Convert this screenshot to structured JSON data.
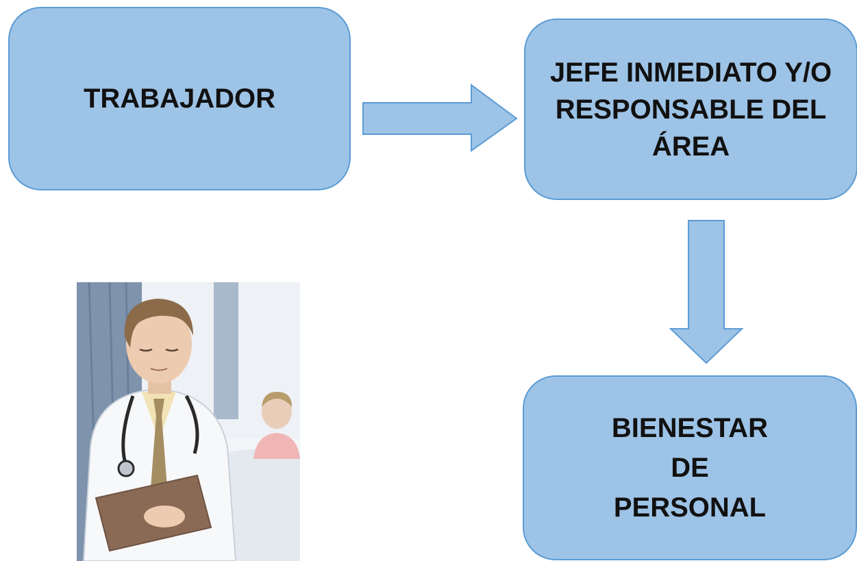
{
  "diagram": {
    "nodes": [
      {
        "id": "trabajador",
        "label": "TRABAJADOR"
      },
      {
        "id": "jefe",
        "label": "JEFE INMEDIATO Y/O\nRESPONSABLE DEL\nÁREA"
      },
      {
        "id": "bienestar",
        "label": "BIENESTAR\nDE\nPERSONAL"
      }
    ],
    "edges": [
      {
        "from": "trabajador",
        "to": "jefe"
      },
      {
        "from": "jefe",
        "to": "bienestar"
      }
    ],
    "colors": {
      "node_fill": "#9dc3e6",
      "node_border": "#5b9bd5",
      "text": "#111111"
    }
  },
  "illustration": {
    "icon": "doctor-with-clipboard-illustration"
  }
}
